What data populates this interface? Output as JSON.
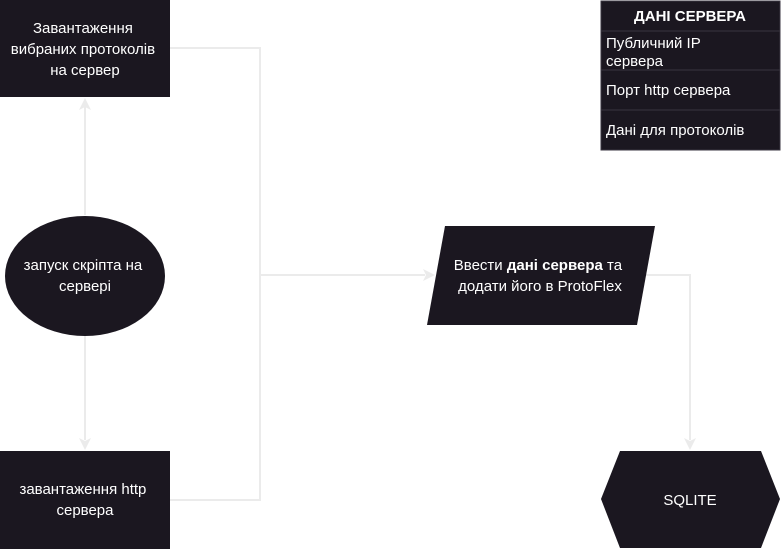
{
  "nodes": {
    "upload_protocols": {
      "lines": [
        "Завантаження",
        "вибраних протоколів",
        "на сервер"
      ]
    },
    "run_script": {
      "lines": [
        "запуск скріпта на",
        "сервері"
      ]
    },
    "load_http": {
      "lines": [
        "завантаження http",
        "сервера"
      ]
    },
    "enter_data": {
      "line1_prefix": "Ввести ",
      "line1_bold": "дані сервера",
      "line1_suffix": " та",
      "line2": "додати його в ProtoFlex"
    },
    "sqlite": {
      "label": "SQLITE"
    }
  },
  "server_data_table": {
    "title": "ДАНІ СЕРВЕРА",
    "rows": [
      {
        "lines": [
          "Публичний IP",
          "сервера"
        ]
      },
      {
        "lines": [
          "Порт http сервера"
        ]
      },
      {
        "lines": [
          "Дані для протоколів"
        ]
      }
    ]
  },
  "colors": {
    "node_fill": "#1b1720",
    "connector": "#ebebeb",
    "text": "#ffffff",
    "background": "#ffffff"
  }
}
